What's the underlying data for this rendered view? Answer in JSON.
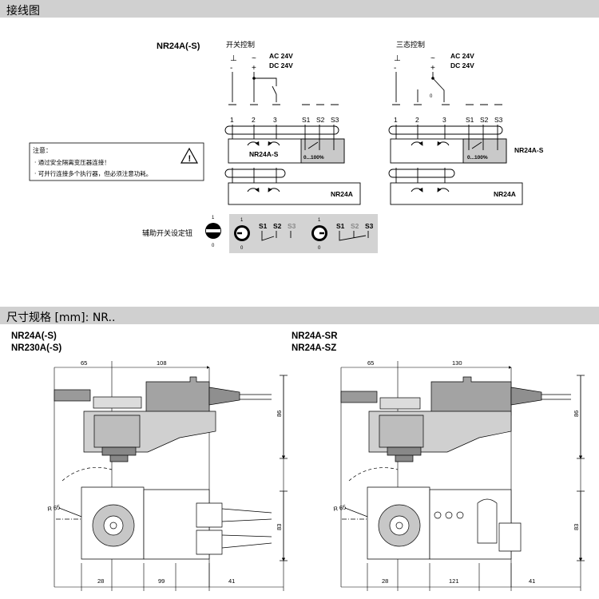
{
  "sections": {
    "wiring_title": "接线图",
    "dimensions_title": "尺寸规格 [mm]: NR.."
  },
  "wiring": {
    "model": "NR24A(-S)",
    "note_title": "注意：",
    "note_lines": [
      "· 通过安全隔离变压器连接！",
      "· 可并行连接多个执行器，但必须注意功耗。"
    ],
    "left": {
      "heading": "开关控制",
      "voltage": [
        "AC 24V",
        "DC 24V"
      ],
      "terminals": [
        "1",
        "2",
        "3"
      ],
      "aux_terminals": [
        "S1",
        "S2",
        "S3"
      ],
      "aux_range": "0...100%",
      "box_upper": "NR24A-S",
      "box_lower": "NR24A"
    },
    "right": {
      "heading": "三态控制",
      "voltage": [
        "AC 24V",
        "DC 24V"
      ],
      "terminals": [
        "1",
        "2",
        "3"
      ],
      "aux_terminals": [
        "S1",
        "S2",
        "S3"
      ],
      "aux_range": "0...100%",
      "box_upper": "NR24A-S",
      "box_lower": "NR24A"
    },
    "aux_switch_label": "辅助开关设定钮",
    "dial_marks": [
      "1",
      "0"
    ],
    "aux_switch_a": [
      "S1",
      "S2",
      "S3"
    ],
    "aux_switch_b": [
      "S1",
      "S2",
      "S3"
    ],
    "switch_pole_symbols": [
      "⊥",
      "~"
    ],
    "pole_signs": [
      "-",
      "+"
    ],
    "switch_states": [
      "1",
      "0"
    ]
  },
  "dimensions": {
    "left": {
      "models": "NR24A(-S)\nNR230A(-S)",
      "dims": {
        "top_a": "65",
        "top_b": "108",
        "height": "86",
        "radius": "R 65",
        "bottom_a": "28",
        "bottom_b": "99",
        "bottom_c": "41",
        "side": "83"
      }
    },
    "right": {
      "models": "NR24A-SR\nNR24A-SZ",
      "dims": {
        "top_a": "65",
        "top_b": "130",
        "height": "86",
        "radius": "R 65",
        "bottom_a": "28",
        "bottom_b": "121",
        "bottom_c": "41",
        "side": "83"
      }
    }
  }
}
